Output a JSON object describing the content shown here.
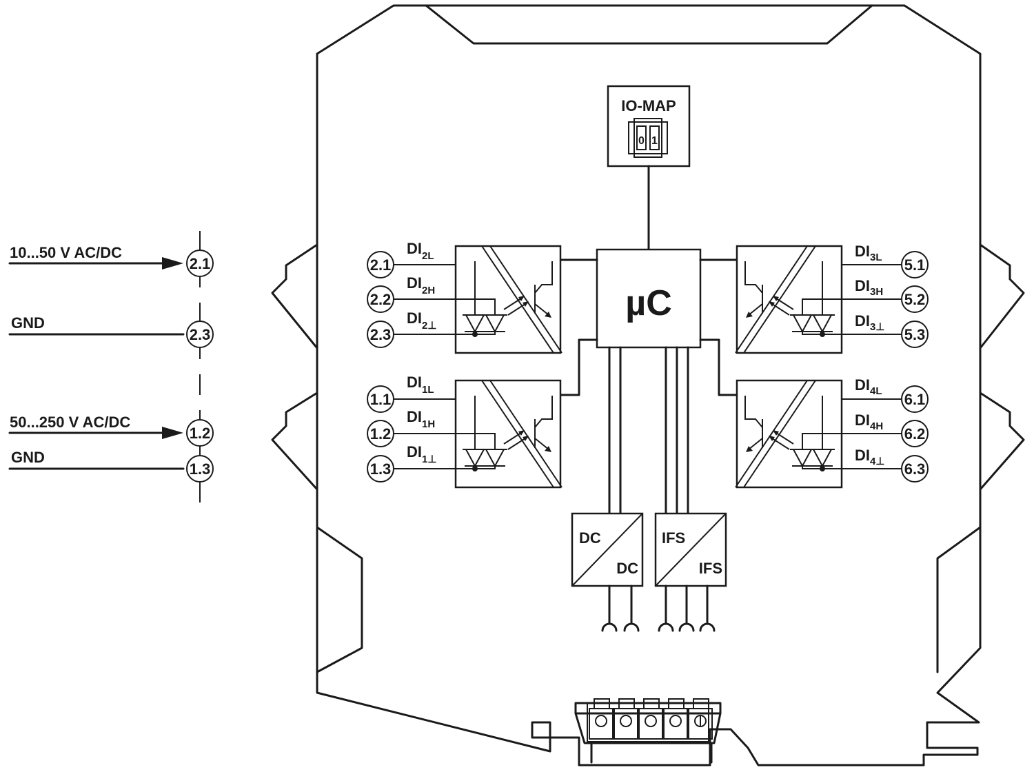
{
  "supply": {
    "low_voltage": "10...50  V AC/DC",
    "low_gnd": "GND",
    "high_voltage": "50...250 V AC/DC",
    "high_gnd": "GND"
  },
  "terminals": {
    "t11": "1.1",
    "t12": "1.2",
    "t13": "1.3",
    "t21": "2.1",
    "t22": "2.2",
    "t23": "2.3",
    "t51": "5.1",
    "t52": "5.2",
    "t53": "5.3",
    "t61": "6.1",
    "t62": "6.2",
    "t63": "6.3"
  },
  "signals": {
    "prefix": "DI",
    "di2l": "2L",
    "di2h": "2H",
    "di2g": "2⊥",
    "di1l": "1L",
    "di1h": "1H",
    "di1g": "1⊥",
    "di3l": "3L",
    "di3h": "3H",
    "di3g": "3⊥",
    "di4l": "4L",
    "di4h": "4H",
    "di4g": "4⊥"
  },
  "blocks": {
    "iomap": "IO-MAP",
    "switch_0": "0",
    "switch_1": "1",
    "uc": "µC",
    "dc_in": "DC",
    "dc_out": "DC",
    "ifs_in": "IFS",
    "ifs_out": "IFS"
  }
}
